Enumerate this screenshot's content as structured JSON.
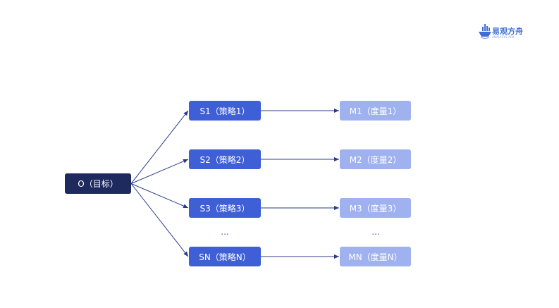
{
  "logo": {
    "name": "易观方舟",
    "subtitle": "ANALYSYS ARK",
    "icon": "boat-icon",
    "color": "#3f6fd6"
  },
  "objective": {
    "label": "O（目标）"
  },
  "strategies": [
    {
      "label": "S1（策略1）",
      "metric": "M1（度量1）"
    },
    {
      "label": "S2（策略2）",
      "metric": "M2（度量2）"
    },
    {
      "label": "S3（策略3）",
      "metric": "M3（度量3）"
    },
    {
      "label": "SN（策略N）",
      "metric": "MN（度量N）"
    }
  ],
  "ellipsis": "...",
  "colors": {
    "objective": "#1e2a5e",
    "strategy": "#3f5fd6",
    "metric": "#9fb1ef",
    "arrow": "#2c3a86"
  }
}
